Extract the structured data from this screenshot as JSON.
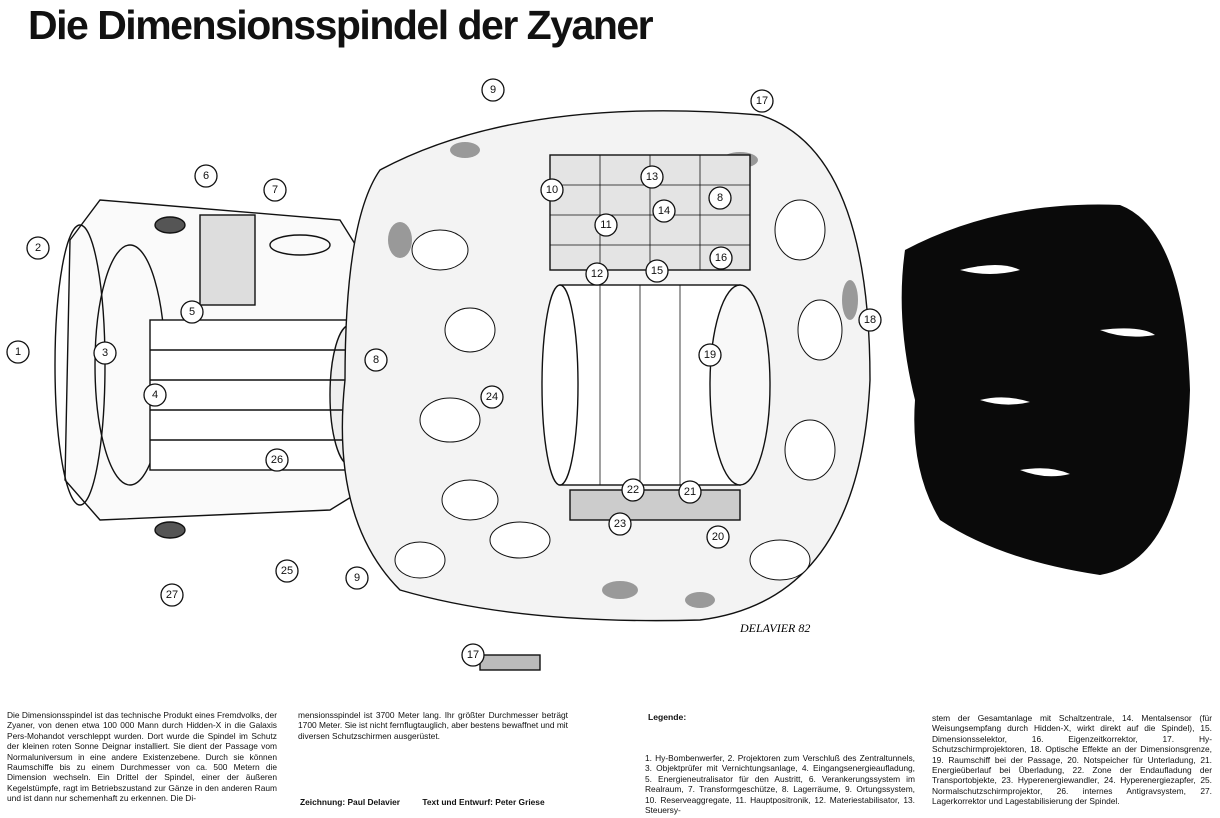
{
  "title": "Die Dimensionsspindel der Zyaner",
  "signature": "DELAVIER 82",
  "callouts": [
    "1",
    "2",
    "3",
    "4",
    "5",
    "6",
    "7",
    "8",
    "8",
    "9",
    "9",
    "10",
    "11",
    "12",
    "13",
    "14",
    "15",
    "16",
    "17",
    "17",
    "18",
    "19",
    "20",
    "21",
    "22",
    "23",
    "24",
    "25",
    "26",
    "27"
  ],
  "text": {
    "col1": "Die Dimensionsspindel ist das technische Produkt eines Fremdvolks, der Zyaner, von denen etwa 100 000 Mann durch Hidden-X in die Galaxis Pers-Mohandot verschleppt wurden. Dort wurde die Spindel im Schutz der kleinen roten Sonne Deignar installiert. Sie dient der Passage vom Normaluniversum in eine andere Existenzebene. Durch sie können Raumschiffe bis zu einem Durchmesser von ca. 500 Metern die Dimension wechseln. Ein Drittel der Spindel, einer der äußeren Kegelstümpfe, ragt im Betriebszustand zur Gänze in den anderen Raum und ist dann nur schemenhaft zu erkennen. Die Di-",
    "col2": "mensionsspindel ist 3700 Meter lang. Ihr größter Durchmesser beträgt 1700 Meter. Sie ist nicht fernflugtauglich, aber bestens bewaffnet und mit diversen Schutzschirmen ausgerüstet.",
    "drawing_credit": "Zeichnung: Paul Delavier",
    "text_credit": "Text und Entwurf: Peter Griese",
    "legend_heading": "Legende:",
    "legend_part1": "1. Hy-Bombenwerfer, 2. Projektoren zum Verschluß des Zentraltunnels, 3. Objektprüfer mit Vernichtungsanlage, 4. Eingangsenergieaufladung, 5. Energieneutralisator für den Austritt, 6. Verankerungssystem im Realraum, 7. Transformgeschütze, 8. Lagerräume, 9. Ortungssystem, 10. Reserveaggregate, 11. Hauptpositronik, 12. Materiestabilisator, 13. Steuersy-",
    "legend_part2": "stem der Gesamtanlage mit Schaltzentrale, 14. Mentalsensor (für Weisungsempfang durch Hidden-X, wirkt direkt auf die Spindel), 15. Dimensionsselektor, 16. Eigenzeitkorrektor, 17. Hy-Schutzschirmprojektoren, 18. Optische Effekte an der Dimensionsgrenze, 19. Raumschiff bei der Passage, 20. Notspeicher für Unterladung, 21. Energieüberlauf bei Überladung, 22. Zone der Endaufladung der Transportobjekte, 23. Hyperenergiewandler, 24. Hyperenergiezapfer, 25. Normalschutzschirmprojektor, 26. internes Antigravsystem, 27. Lagerkorrektor und Lagestabilisierung der Spindel."
  }
}
